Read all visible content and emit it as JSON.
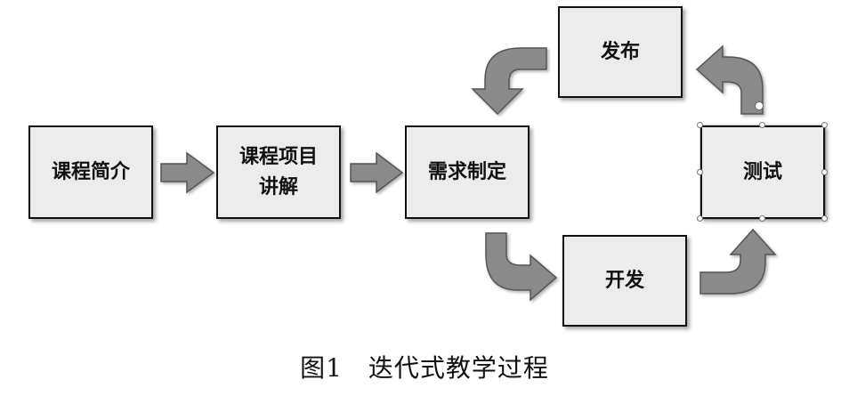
{
  "nodes": {
    "intro": "课程简介",
    "project_line1": "课程项目",
    "project_line2": "讲解",
    "requirements": "需求制定",
    "develop": "开发",
    "test": "测试",
    "release": "发布"
  },
  "caption": "图1　迭代式教学过程",
  "colors": {
    "box_fill": "#ececec",
    "border": "#111111",
    "arrow_fill": "#8a8a8a",
    "arrow_stroke": "#555555"
  }
}
